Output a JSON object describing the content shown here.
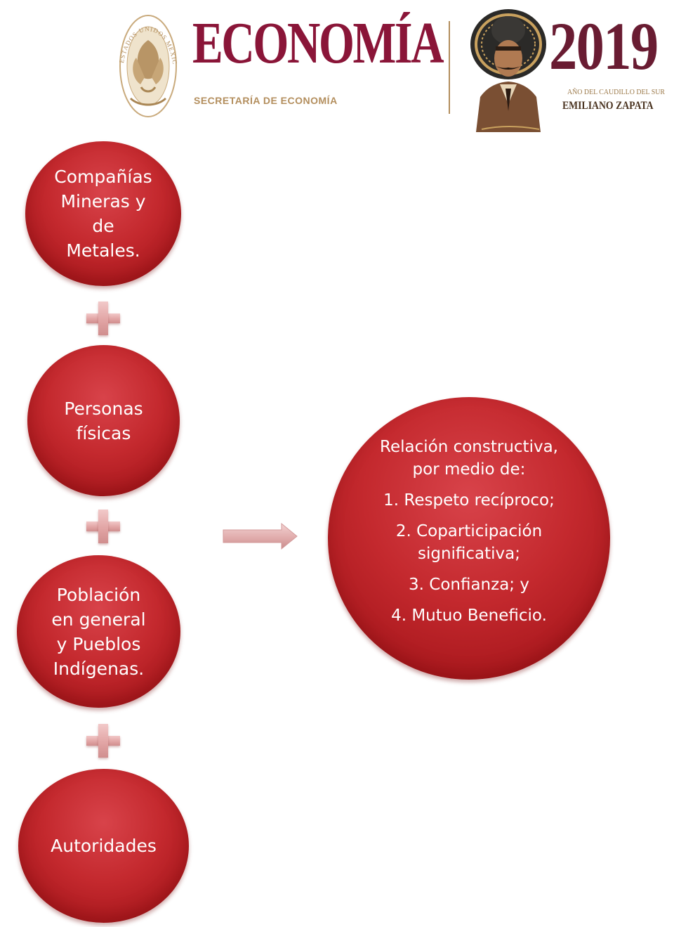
{
  "header": {
    "brand_title": "ECONOMÍA",
    "brand_subtitle": "SECRETARÍA DE ECONOMÍA",
    "seal_text": "ESTADOS UNIDOS MEXICANOS",
    "year": "2019",
    "year_subtitle_1": "AÑO DEL CAUDILLO DEL SUR",
    "year_subtitle_2": "EMILIANO ZAPATA",
    "colors": {
      "brand": "#8a1538",
      "gold": "#b38e5d",
      "year": "#691c32"
    }
  },
  "diagram": {
    "stakeholders": [
      {
        "label": "Compañías\nMineras y\nde\nMetales."
      },
      {
        "label": "Personas\nfísicas"
      },
      {
        "label": "Población\nen general\ny Pueblos\nIndígenas."
      },
      {
        "label": "Autoridades"
      }
    ],
    "connector_icon": "plus-icon",
    "flow_icon": "arrow-right-icon",
    "result": {
      "heading": "Relación constructiva,\npor medio de:",
      "items": [
        "1. Respeto recíproco;",
        "2. Coparticipación\nsignificativa;",
        "3. Confianza; y",
        "4. Mutuo Beneficio."
      ]
    },
    "colors": {
      "circle": "#c4292e",
      "plus": "#e2a5a5",
      "arrow": "#dfa9a9"
    }
  }
}
